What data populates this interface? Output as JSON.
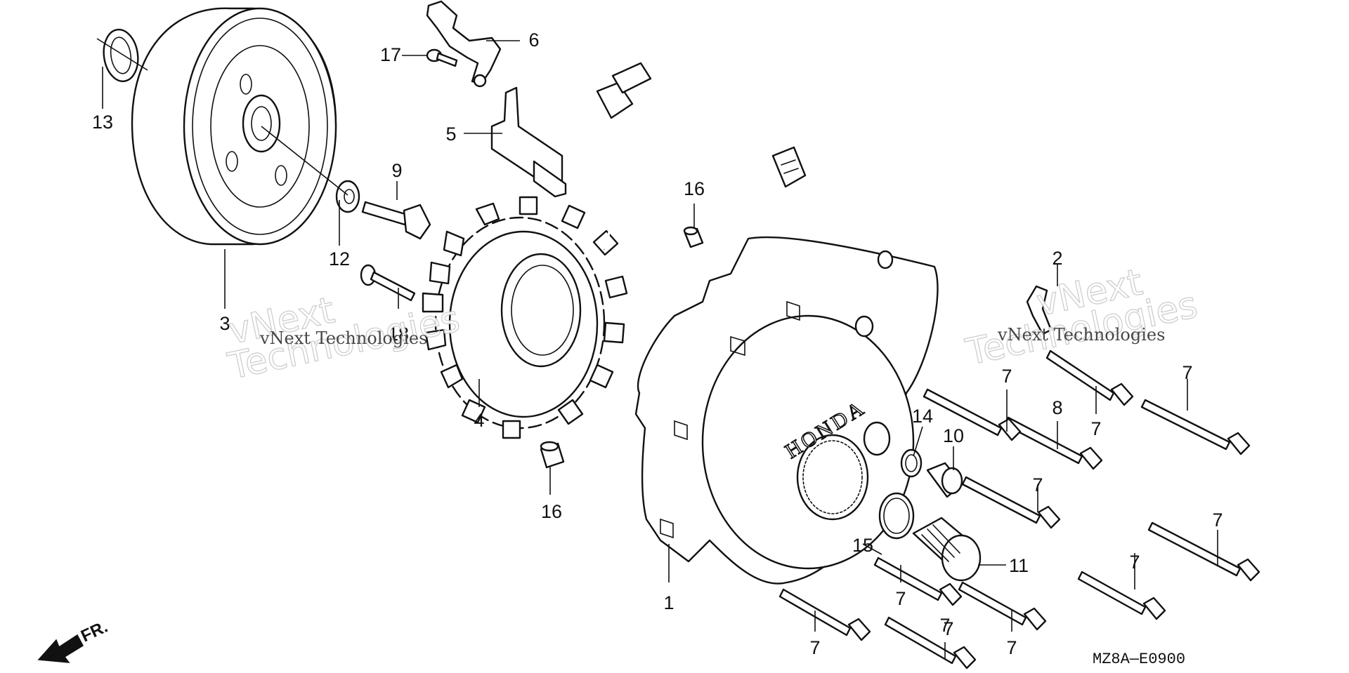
{
  "diagram": {
    "callouts": [
      {
        "id": "c1",
        "text": "1"
      },
      {
        "id": "c2",
        "text": "2"
      },
      {
        "id": "c3",
        "text": "3"
      },
      {
        "id": "c4",
        "text": "4"
      },
      {
        "id": "c5",
        "text": "5"
      },
      {
        "id": "c6",
        "text": "6"
      },
      {
        "id": "c7a",
        "text": "7"
      },
      {
        "id": "c7b",
        "text": "7"
      },
      {
        "id": "c7c",
        "text": "7"
      },
      {
        "id": "c7d",
        "text": "7"
      },
      {
        "id": "c7e",
        "text": "7"
      },
      {
        "id": "c7f",
        "text": "7"
      },
      {
        "id": "c7g",
        "text": "7"
      },
      {
        "id": "c7h",
        "text": "7"
      },
      {
        "id": "c7i",
        "text": "7"
      },
      {
        "id": "c7j",
        "text": "7"
      },
      {
        "id": "c7k",
        "text": "7"
      },
      {
        "id": "c8",
        "text": "8"
      },
      {
        "id": "c9",
        "text": "9"
      },
      {
        "id": "c10",
        "text": "10"
      },
      {
        "id": "c11",
        "text": "11"
      },
      {
        "id": "c12",
        "text": "12"
      },
      {
        "id": "c13",
        "text": "13"
      },
      {
        "id": "c14",
        "text": "14"
      },
      {
        "id": "c15",
        "text": "15"
      },
      {
        "id": "c16a",
        "text": "16"
      },
      {
        "id": "c16b",
        "text": "16"
      },
      {
        "id": "c17",
        "text": "17"
      },
      {
        "id": "c18",
        "text": "18"
      }
    ],
    "cover_logo": "HONDA",
    "front_indicator": "FR.",
    "diagram_code": "MZ8A—E0900",
    "watermarks": [
      {
        "id": "w1",
        "text": "vNext Technologies"
      },
      {
        "id": "w2",
        "text": "vNext Technologies"
      }
    ],
    "line_color": "#111111",
    "background_color": "#ffffff"
  }
}
